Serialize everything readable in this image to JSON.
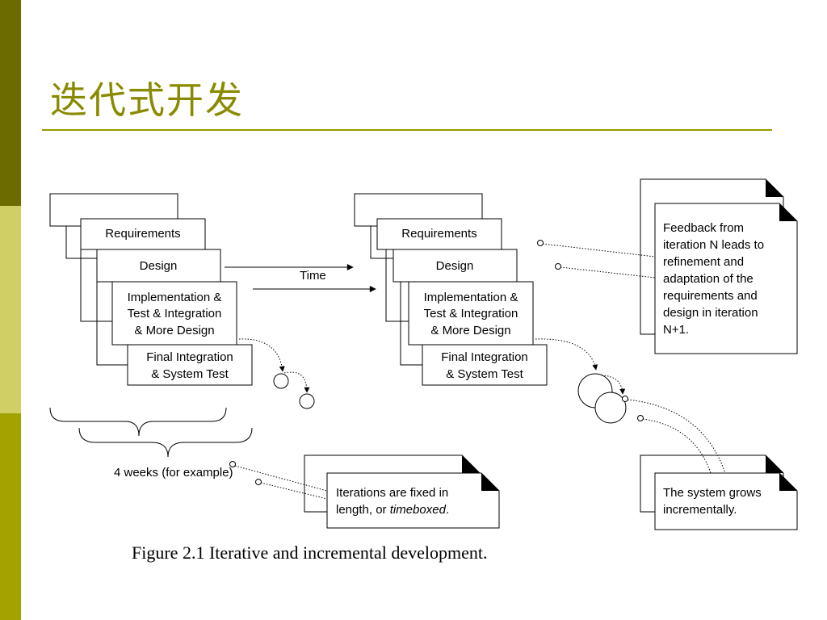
{
  "slide": {
    "title": "迭代式开发",
    "caption": "Figure 2.1 Iterative and incremental development."
  },
  "iteration": {
    "requirements": "Requirements",
    "design": "Design",
    "impl_line1": "Implementation &",
    "impl_line2": "Test & Integration",
    "impl_line3": "& More Design",
    "final_line1": "Final Integration",
    "final_line2": "& System Test"
  },
  "time_label": "Time",
  "weeks_label": "4 weeks (for example)",
  "notes": {
    "feedback": [
      "Feedback from",
      "iteration N leads to",
      "refinement and",
      "adaptation of the",
      "requirements and",
      "design in iteration",
      "N+1."
    ],
    "timebox_line1": "Iterations are fixed in",
    "timebox_line2_a": "length, or ",
    "timebox_line2_b": "timeboxed",
    "timebox_line2_c": ".",
    "grows": [
      "The system grows",
      "incrementally."
    ]
  },
  "colors": {
    "title": "#8a8a00",
    "rule": "#999900",
    "sidebar_dark": "#6b6b00",
    "sidebar_light": "#cfcf66",
    "sidebar_mid": "#a3a300"
  }
}
